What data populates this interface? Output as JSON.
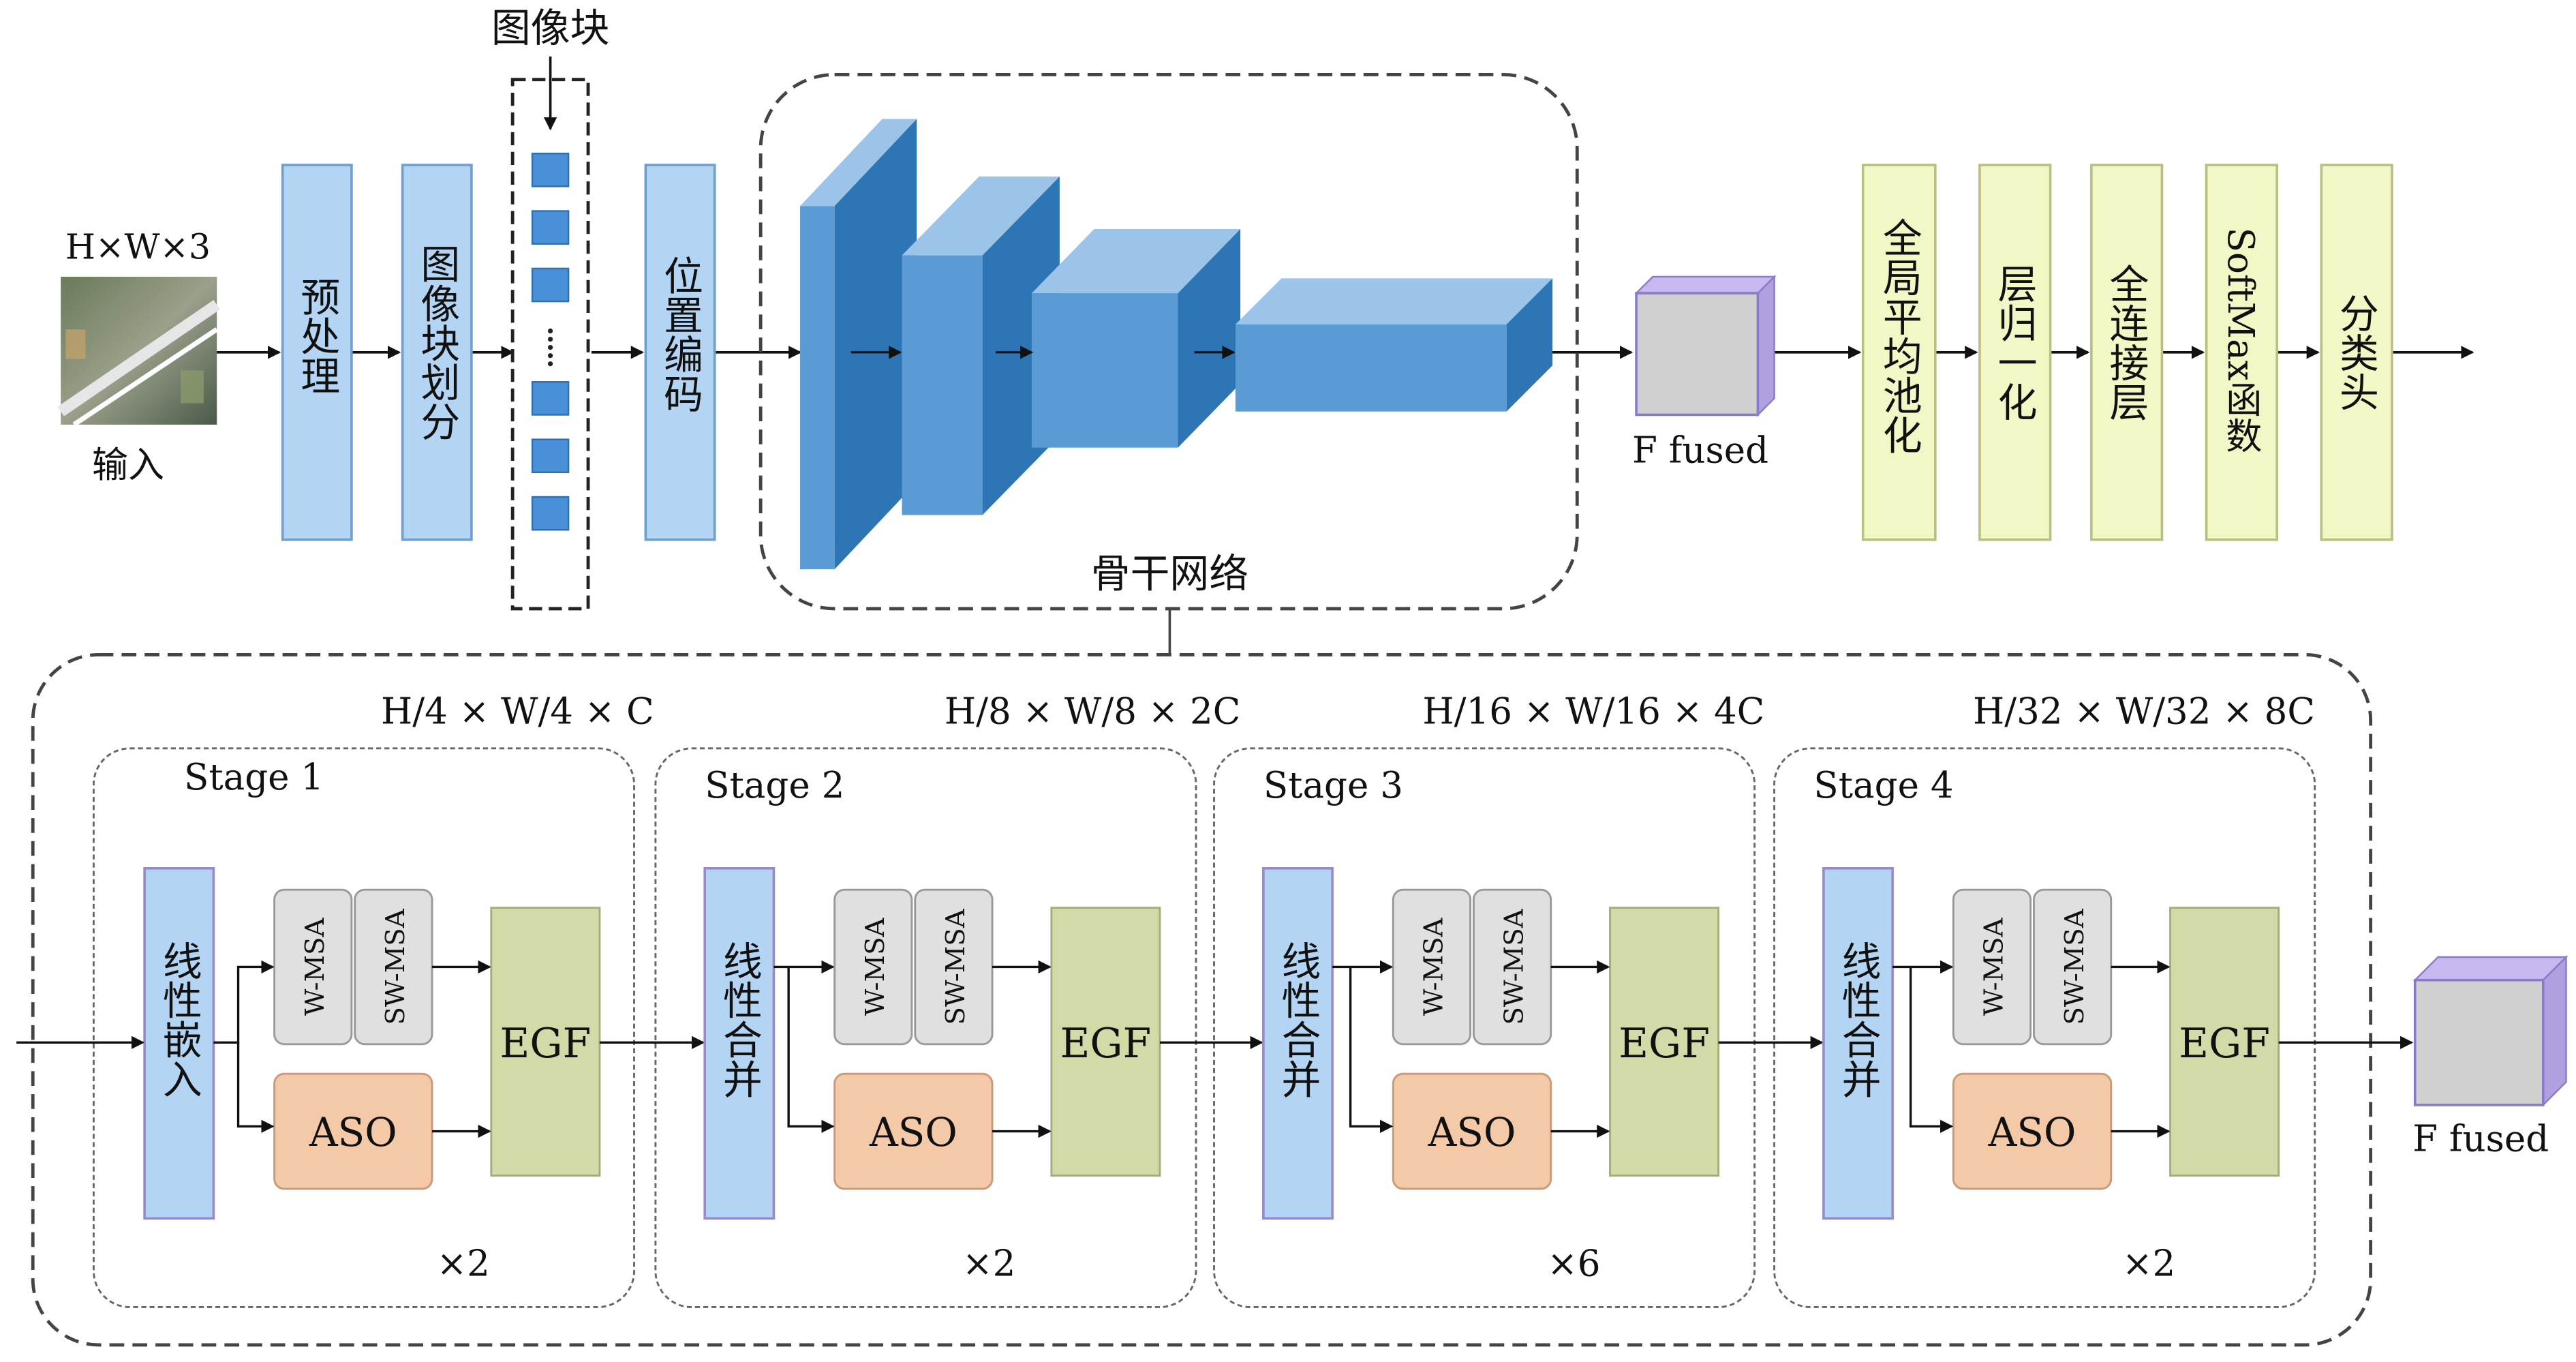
{
  "input": {
    "dims": "H×W×3",
    "label": "输入"
  },
  "top_blocks": {
    "preprocess": "预处理",
    "patch_partition": "图像块划分",
    "patches_label": "图像块",
    "position_encoding": "位置编码",
    "backbone_label": "骨干网络",
    "fused": "F fused"
  },
  "head_blocks": [
    "全局平均池化",
    "层归一化",
    "全连接层",
    "SoftMax函数",
    "分类头"
  ],
  "stages": [
    {
      "name": "Stage 1",
      "dims": "H/4 × W/4 × C",
      "embed": "线性嵌入",
      "msa1": "W-MSA",
      "msa2": "SW-MSA",
      "aso": "ASO",
      "egf": "EGF",
      "repeat": "×2"
    },
    {
      "name": "Stage 2",
      "dims": "H/8 × W/8 × 2C",
      "embed": "线性合并",
      "msa1": "W-MSA",
      "msa2": "SW-MSA",
      "aso": "ASO",
      "egf": "EGF",
      "repeat": "×2"
    },
    {
      "name": "Stage 3",
      "dims": "H/16 × W/16 × 4C",
      "embed": "线性合并",
      "msa1": "W-MSA",
      "msa2": "SW-MSA",
      "aso": "ASO",
      "egf": "EGF",
      "repeat": "×6"
    },
    {
      "name": "Stage 4",
      "dims": "H/32 × W/32 × 8C",
      "embed": "线性合并",
      "msa1": "W-MSA",
      "msa2": "SW-MSA",
      "aso": "ASO",
      "egf": "EGF",
      "repeat": "×2"
    }
  ],
  "bottom_fused": "F fused",
  "colors": {
    "blue_block": "#b3d5f3",
    "blue_border": "#6f9fcc",
    "patch_blue": "#4a90d9",
    "cube_front": "#5b9bd5",
    "cube_top": "#9cc3e8",
    "cube_side": "#2e75b6",
    "head_yellow": "#f3f7c6",
    "msa_gray": "#e0e0e0",
    "aso_orange": "#f4c9a8",
    "egf_green": "#d2dba8",
    "fused_front": "#d0d0d0",
    "fused_top": "#c8b8f0"
  }
}
